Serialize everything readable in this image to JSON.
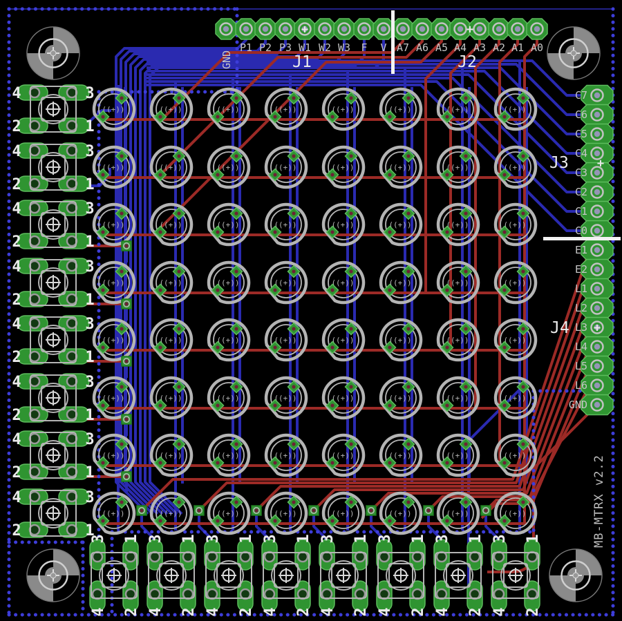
{
  "board": {
    "title": "MB-MTRX v2.2",
    "type_note": "PCB layout canvas"
  },
  "headers": {
    "j1": {
      "designator": "J1",
      "pins": [
        "GND",
        "P1",
        "P2",
        "P3",
        "W1",
        "W2",
        "W3",
        "F",
        "V"
      ],
      "pin1_marker": "+"
    },
    "j2": {
      "designator": "J2",
      "pins": [
        "A7",
        "A6",
        "A5",
        "A4",
        "A3",
        "A2",
        "A1",
        "A0"
      ],
      "pin1_marker": "+"
    },
    "j3": {
      "designator": "J3",
      "pins": [
        "C7",
        "C6",
        "C5",
        "C4",
        "C3",
        "C2",
        "C1",
        "C0"
      ],
      "pin1_marker": "+"
    },
    "j4": {
      "designator": "J4",
      "pins": [
        "E1",
        "E2",
        "L1",
        "L2",
        "L3",
        "L4",
        "L5",
        "L6",
        "GND"
      ],
      "pin1_marker": "+"
    }
  },
  "led_grid": {
    "rows": 8,
    "cols": 8,
    "marking": "((+))"
  },
  "buttons": {
    "left_count": 8,
    "bottom_count": 8,
    "pad_labels_tl_tr_bl_br": [
      "4",
      "3",
      "2",
      "1"
    ]
  },
  "colors": {
    "background": "#000000",
    "trace_top_red": "#9c2a26",
    "trace_bottom_blue": "#2a2ab0",
    "outline_dotted_blue": "#3d3dd9",
    "pad_green": "#2f9431",
    "pad_green_edge": "#1f7a1f",
    "silkscreen_gray": "#b4b4b4",
    "hole_gray": "#8a8a8a",
    "separator_white": "#f2f2f2",
    "via_center_red": "#6e2038",
    "pad_hole_blue": "#9595b5"
  }
}
